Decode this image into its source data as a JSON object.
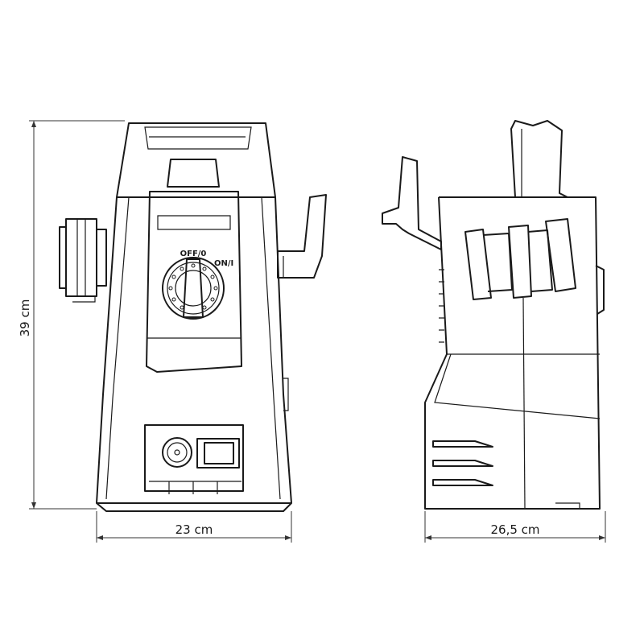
{
  "dimensions": {
    "height": "39 cm",
    "front_width": "23 cm",
    "side_depth": "26,5 cm"
  },
  "dial": {
    "off_label": "OFF/0",
    "on_label": "ON/I"
  }
}
